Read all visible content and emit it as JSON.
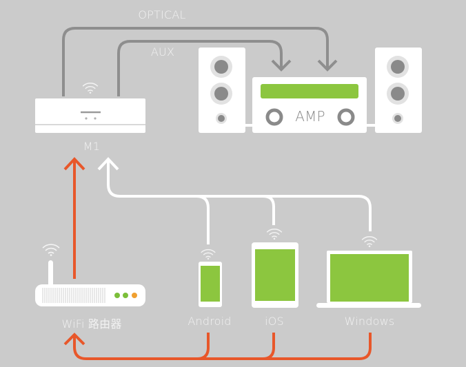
{
  "colors": {
    "background": "#cbcbcb",
    "cable_gray": "#8e8e8e",
    "wifi_white": "#ffffff",
    "network_orange": "#e8572a",
    "screen_green": "#8cc63f",
    "speaker_driver": "#8a8a8a",
    "speaker_ring": "#e2e2e2",
    "led_green": "#7cbf3a",
    "led_orange": "#f0a030"
  },
  "connections": {
    "optical_label": "OPTICAL",
    "aux_label": "AUX"
  },
  "devices": {
    "m1": {
      "label": "M1"
    },
    "amp": {
      "label": "AMP"
    },
    "router": {
      "label": "WiFi 路由器"
    },
    "android": {
      "label": "Android"
    },
    "ios": {
      "label": "iOS"
    },
    "windows": {
      "label": "Windows"
    }
  }
}
